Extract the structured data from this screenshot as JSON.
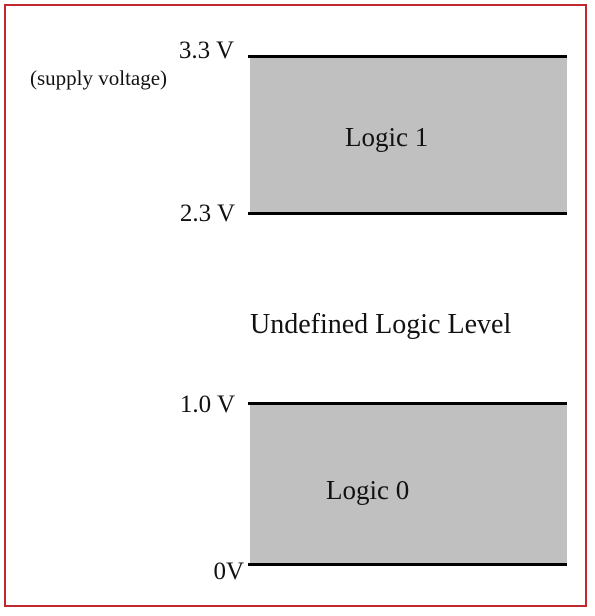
{
  "levels": {
    "supply_value": "3.3 V",
    "supply_note": "(supply voltage)",
    "high_threshold": "2.3 V",
    "low_threshold": "1.0 V",
    "ground": "0V"
  },
  "regions": {
    "logic_high": "Logic 1",
    "undefined": "Undefined Logic Level",
    "logic_low": "Logic 0"
  },
  "colors": {
    "frame_border": "#c0282d",
    "region_fill": "#c0c0c0",
    "rule_color": "#000000"
  }
}
